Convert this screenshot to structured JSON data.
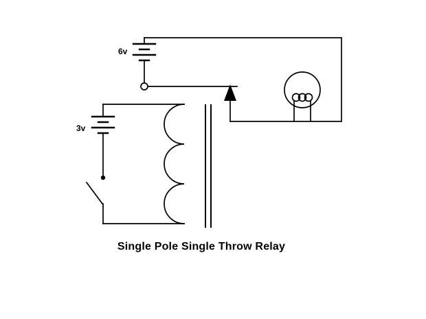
{
  "diagram": {
    "title": "Single Pole Single Throw Relay",
    "labels": {
      "top_battery": "6v",
      "bottom_battery": "3v"
    },
    "colors": {
      "line": "#000000",
      "background": "#ffffff"
    },
    "components": [
      "6v-battery",
      "open-contact-terminal",
      "armature-arrow-contact",
      "lamp-with-filament",
      "3v-battery",
      "open-switch",
      "relay-coil",
      "iron-core",
      "connecting-wires"
    ]
  }
}
